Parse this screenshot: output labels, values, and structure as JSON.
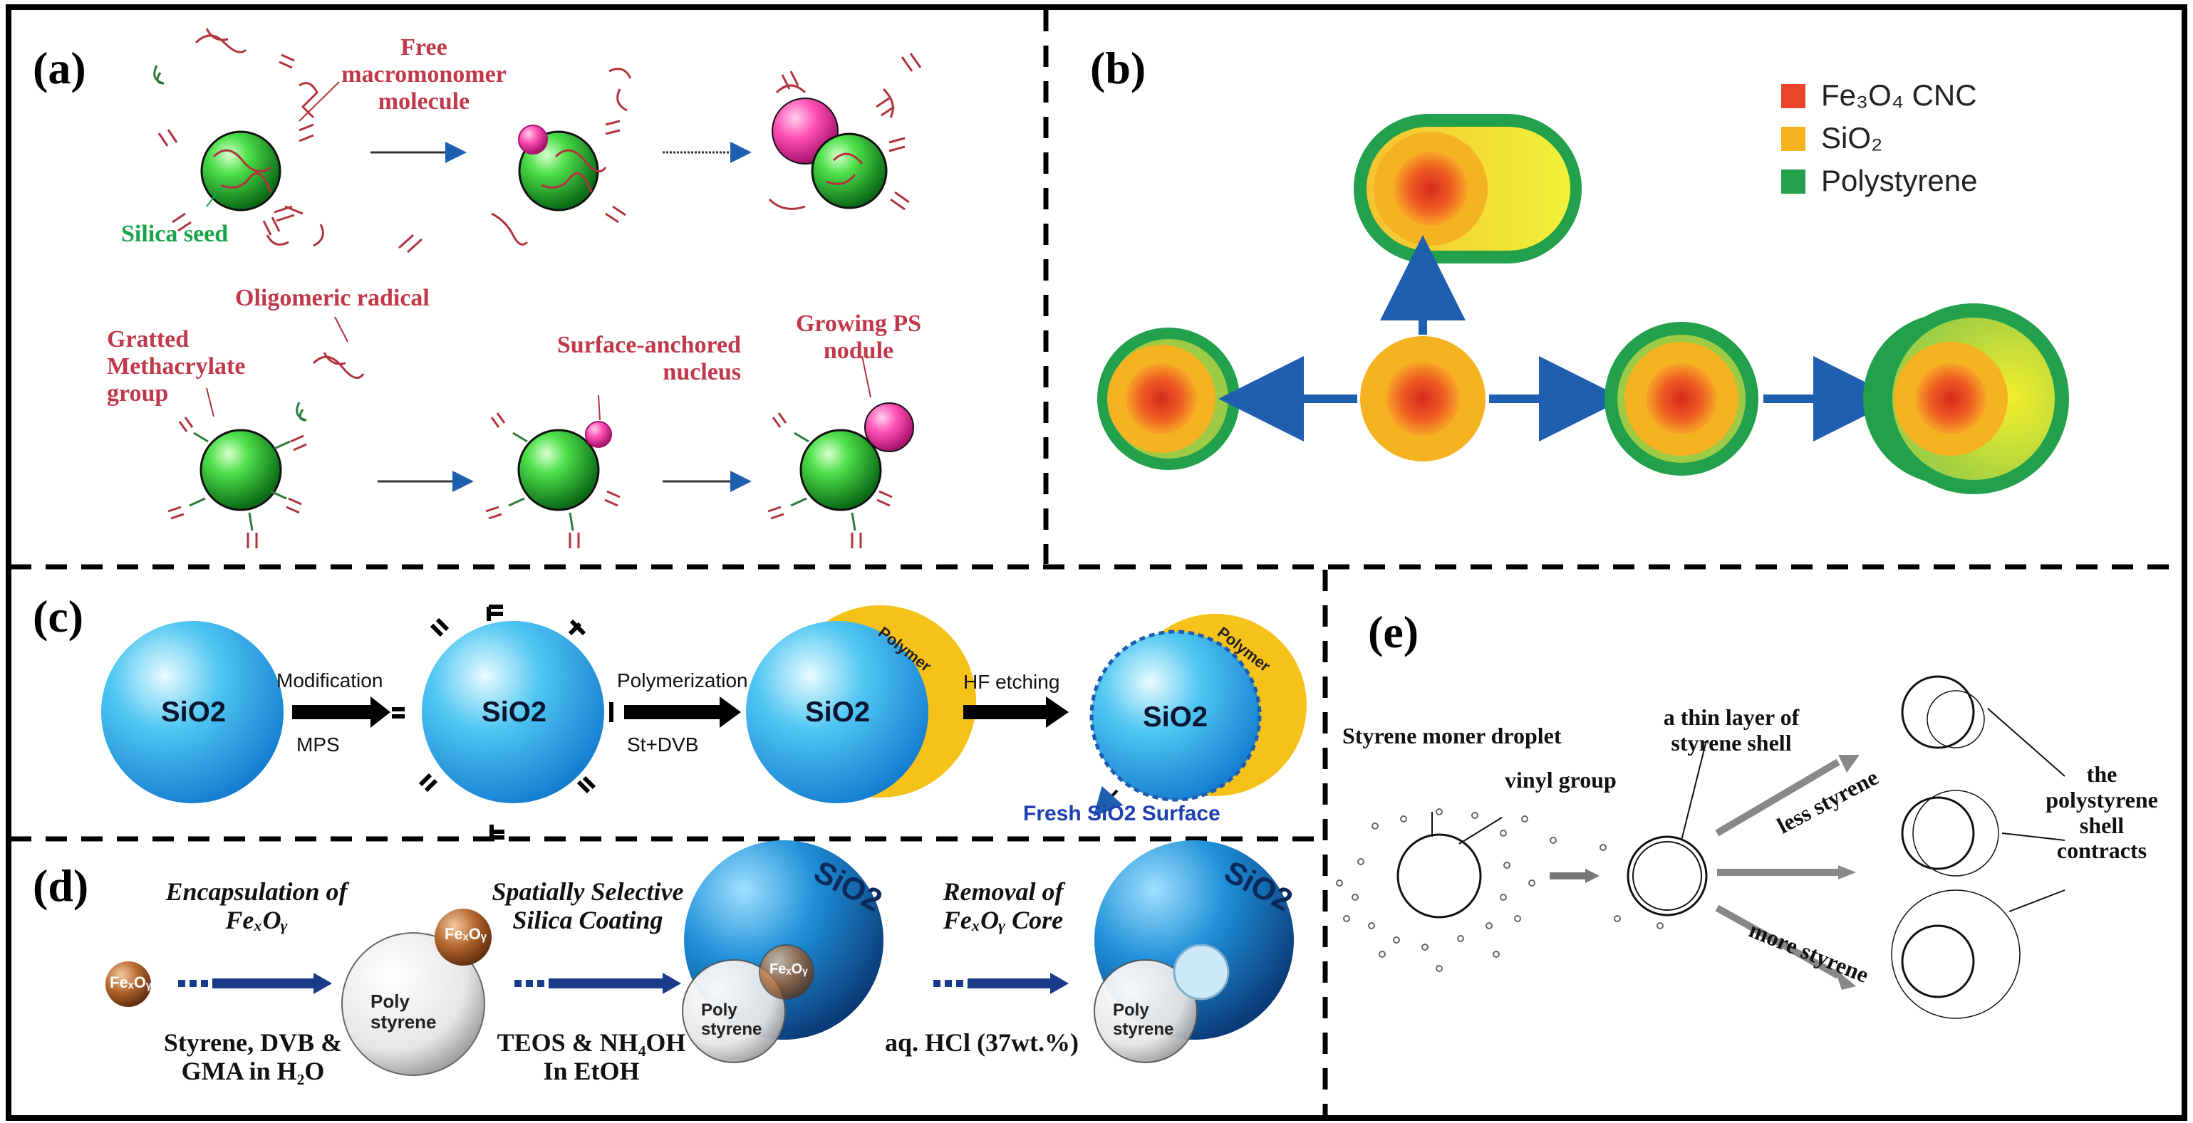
{
  "panels": {
    "a": {
      "label": "(a)",
      "free_macromonomer": "Free macromonomer molecule",
      "silica_seed": "Silica seed",
      "oligomeric_radical": "Oligomeric radical",
      "grafted_group": "Gratted Methacrylate group",
      "surface_nucleus": "Surface-anchored nucleus",
      "growing_nodule": "Growing PS nodule"
    },
    "b": {
      "label": "(b)",
      "legend": [
        {
          "name": "Fe₃O₄ CNC",
          "color": "#e8452a"
        },
        {
          "name": "SiO₂",
          "color": "#f5b321"
        },
        {
          "name": "Polystyrene",
          "color": "#22a04c"
        }
      ]
    },
    "c": {
      "label": "(c)",
      "core": "SiO2",
      "step1_top": "Modification",
      "step1_bottom": "MPS",
      "step2_top": "Polymerization",
      "step2_bottom": "St+DVB",
      "step3_top": "HF etching",
      "polymer": "Polymer",
      "fresh_surface": "Fresh SiO2 Surface"
    },
    "d": {
      "label": "(d)",
      "step1_italic": "Encapsulation of FeₓOᵧ",
      "step1_bold": "Styrene, DVB & GMA in H₂O",
      "step2_italic": "Spatially Selective Silica Coating",
      "step2_bold": "TEOS & NH₄OH In EtOH",
      "step3_italic": "Removal of FeₓOᵧ Core",
      "step3_bold": "aq. HCl (37wt.%)",
      "feox": "FeₓOᵧ",
      "poly_styrene": "Poly styrene",
      "sio2": "SiO2"
    },
    "e": {
      "label": "(e)",
      "droplet": "Styrene moner droplet",
      "vinyl": "vinyl group",
      "thin_layer": "a thin layer of styrene shell",
      "less": "less styrene",
      "more": "more styrene",
      "contracts": "the polystyrene shell contracts"
    }
  }
}
